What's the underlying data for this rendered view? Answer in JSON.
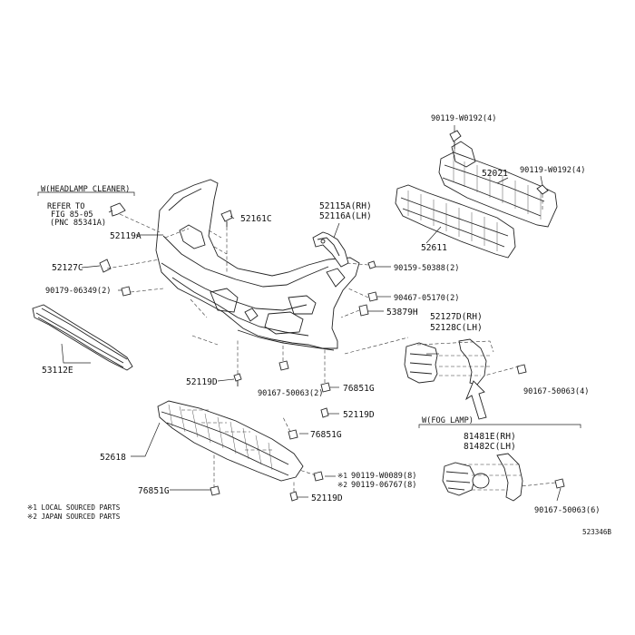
{
  "diagram": {
    "drawing_id": "523346B",
    "groups": {
      "headlamp_cleaner": {
        "title": "W(HEADLAMP CLEANER)",
        "refer": [
          "REFER TO",
          "FIG 85-05",
          "(PNC 85341A)"
        ]
      },
      "fog_lamp": {
        "title": "W(FOG LAMP)"
      }
    },
    "labels": {
      "p90119_w0192_top": "90119-W0192(4)",
      "p52021": "52021",
      "p90119_w0192_right": "90119-W0192(4)",
      "p52611": "52611",
      "p52115a": "52115A(RH)",
      "p52116a": "52116A(LH)",
      "p52161c": "52161C",
      "p52119a": "52119A",
      "p52127c": "52127C",
      "p90159": "90159-50388(2)",
      "p90179": "90179-06349(2)",
      "p90467": "90467-05170(2)",
      "p53879h": "53879H",
      "p52127d": "52127D(RH)",
      "p52128c": "52128C(LH)",
      "p53112e": "53112E",
      "p52119d_top": "52119D",
      "p90167_mid": "90167-50063(2)",
      "p76851g_a": "76851G",
      "p52119d_mid": "52119D",
      "p90167_right": "90167-50063(4)",
      "p76851g_b": "76851G",
      "p52618": "52618",
      "p81481e": "81481E(RH)",
      "p81482c": "81482C(LH)",
      "p90119_w0089": "90119-W0089(8)",
      "p90119_06767": "90119-06767(8)",
      "p76851g_c": "76851G",
      "p52119d_bot": "52119D",
      "p90167_fog": "90167-50063(6)"
    },
    "marks": {
      "m1": "※1",
      "m2": "※2"
    },
    "legend": [
      "※1 LOCAL SOURCED PARTS",
      "※2 JAPAN SOURCED PARTS"
    ]
  }
}
